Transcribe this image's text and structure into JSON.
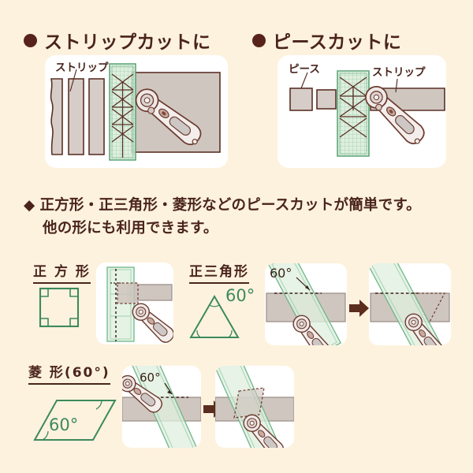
{
  "page": {
    "background_color": "#fdf2de",
    "text_color": "#4a241c",
    "accent_green": "#3c8a5c",
    "card_color": "#ffffff",
    "fabric_color": "#cfc6c0",
    "ruler_color": "#cfe6cf"
  },
  "sections": {
    "strip_cut": {
      "heading": "ストリップカットに",
      "bullet": "filled-circle-bullet",
      "labels": {
        "strip": "ストリップ"
      }
    },
    "piece_cut": {
      "heading": "ピースカットに",
      "bullet": "filled-circle-bullet",
      "labels": {
        "piece": "ピース",
        "strip": "ストリップ"
      }
    }
  },
  "description": {
    "marker": "◆",
    "line1": "正方形・正三角形・菱形などのピースカットが簡単です。",
    "line2": "他の形にも利用できます。"
  },
  "shapes": {
    "square": {
      "label": "正 方 形",
      "diagram": "square-with-right-angle-marks"
    },
    "triangle": {
      "label": "正三角形",
      "angle": "60°",
      "diagram": "equilateral-triangle"
    },
    "rhombus": {
      "label": "菱 形(60°)",
      "angle": "60°",
      "diagram": "rhombus-60-degree"
    }
  },
  "steps": {
    "triangle_step1_angle": "60°",
    "rhombus_step1_angle": "60°",
    "arrow": "right-arrow"
  }
}
